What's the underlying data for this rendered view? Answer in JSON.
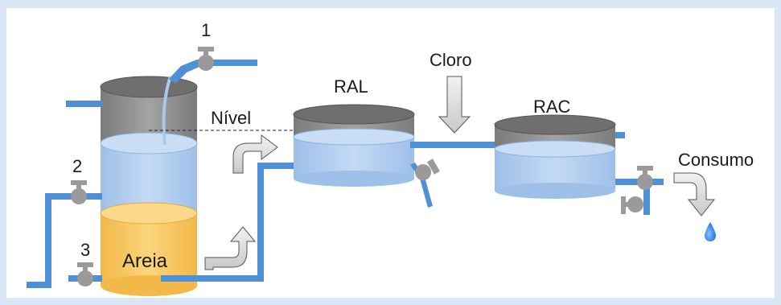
{
  "labels": {
    "valve_1": "1",
    "valve_2": "2",
    "valve_3": "3",
    "areia": "Areia",
    "nivel": "Nível",
    "ral": "RAL",
    "cloro": "Cloro",
    "rac": "RAC",
    "consumo": "Consumo"
  },
  "colors": {
    "background": "#d9e6f3",
    "panel": "#ffffff",
    "water": "#a9c8ec",
    "pipe": "#4f8fd6",
    "tank_gray": "#8a8a8a",
    "sand": "#f7c55b",
    "arrow_gray": "#d9d9d9",
    "valve": "#9a9a9a"
  }
}
